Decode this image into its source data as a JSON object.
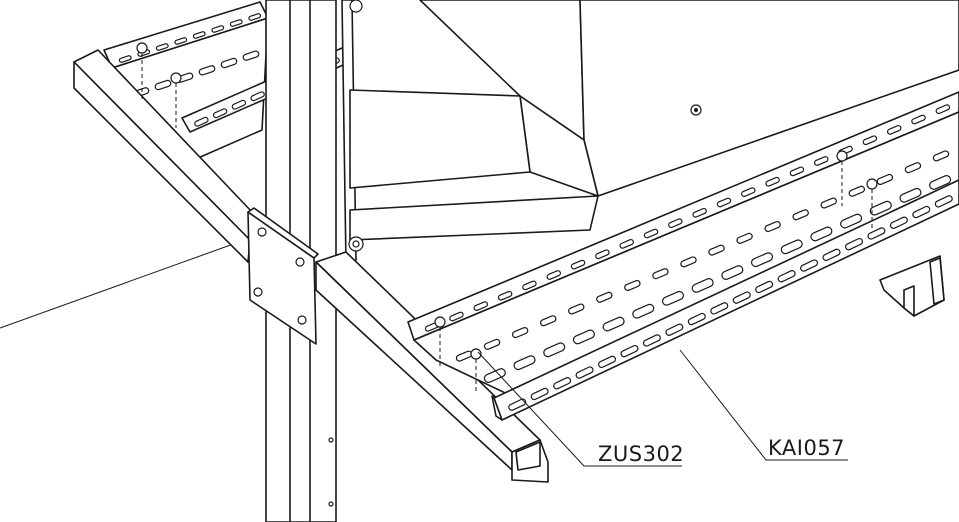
{
  "drawing": {
    "line_color": "#1a1a1a",
    "background": "#ffffff",
    "callouts": [
      {
        "label": "ZUS302",
        "part": "screw-nut"
      },
      {
        "label": "KAI057",
        "part": "cable-tray"
      }
    ]
  }
}
